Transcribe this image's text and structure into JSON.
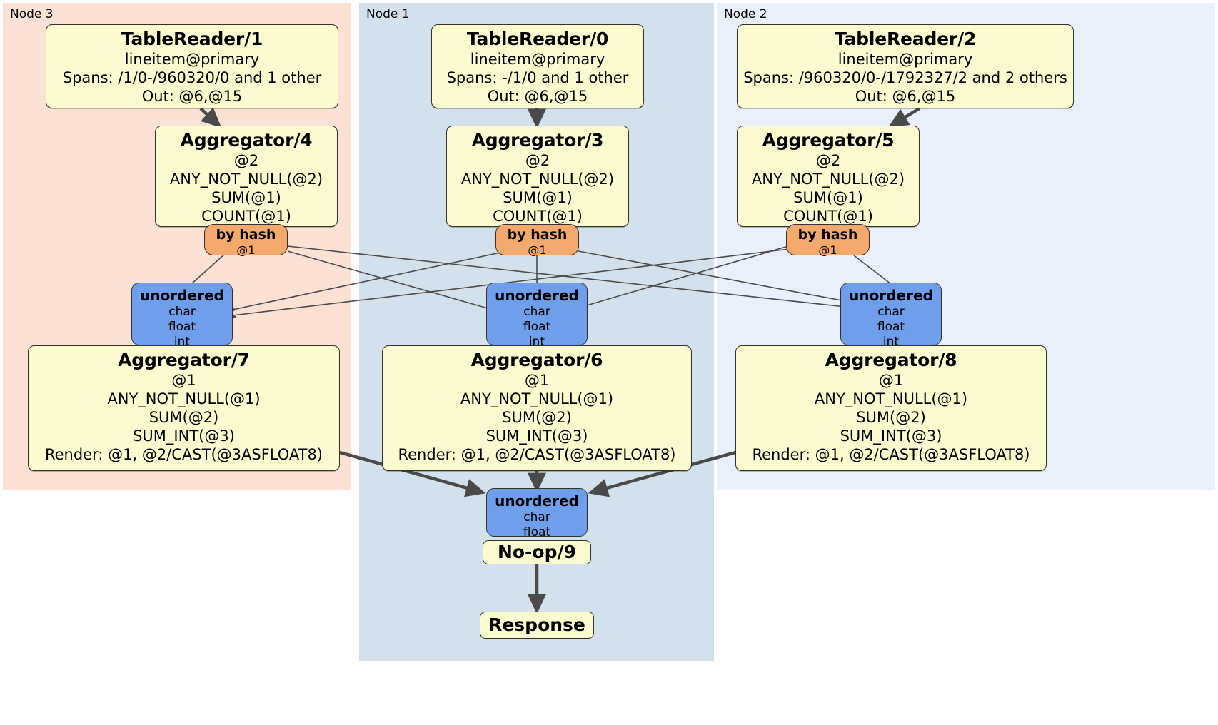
{
  "diagram": {
    "kind": "distributed-query-plan",
    "colors": {
      "node3_panel": "#fce2d5",
      "node1_panel": "#d2e1ec",
      "node2_panel": "#eaf0fb",
      "processor_fill": "#fbfbcf",
      "router_fill": "#f6a96c",
      "sync_fill": "#6f9eec",
      "stroke": "#33312c",
      "edge": "#4a4a4a"
    }
  },
  "panels": [
    {
      "id": "node3",
      "label": "Node 3"
    },
    {
      "id": "node1",
      "label": "Node 1"
    },
    {
      "id": "node2",
      "label": "Node 2"
    }
  ],
  "table_readers": {
    "tr1": {
      "title": "TableReader/1",
      "index": "lineitem@primary",
      "spans": "Spans: /1/0-/960320/0 and 1 other",
      "out": "Out: @6,@15"
    },
    "tr0": {
      "title": "TableReader/0",
      "index": "lineitem@primary",
      "spans": "Spans: -/1/0 and 1 other",
      "out": "Out: @6,@15"
    },
    "tr2": {
      "title": "TableReader/2",
      "index": "lineitem@primary",
      "spans": "Spans: /960320/0-/1792327/2 and 2 others",
      "out": "Out: @6,@15"
    }
  },
  "local_aggregators": {
    "agg4": {
      "title": "Aggregator/4",
      "group": "@2",
      "f1": "ANY_NOT_NULL(@2)",
      "f2": "SUM(@1)",
      "f3": "COUNT(@1)"
    },
    "agg3": {
      "title": "Aggregator/3",
      "group": "@2",
      "f1": "ANY_NOT_NULL(@2)",
      "f2": "SUM(@1)",
      "f3": "COUNT(@1)"
    },
    "agg5": {
      "title": "Aggregator/5",
      "group": "@2",
      "f1": "ANY_NOT_NULL(@2)",
      "f2": "SUM(@1)",
      "f3": "COUNT(@1)"
    }
  },
  "routers": {
    "r4": {
      "title": "by hash",
      "col": "@1"
    },
    "r3": {
      "title": "by hash",
      "col": "@1"
    },
    "r5": {
      "title": "by hash",
      "col": "@1"
    }
  },
  "synchronizers": {
    "s7": {
      "title": "unordered",
      "t1": "char",
      "t2": "float",
      "t3": "int"
    },
    "s6": {
      "title": "unordered",
      "t1": "char",
      "t2": "float",
      "t3": "int"
    },
    "s8": {
      "title": "unordered",
      "t1": "char",
      "t2": "float",
      "t3": "int"
    },
    "final": {
      "title": "unordered",
      "t1": "char",
      "t2": "float"
    }
  },
  "final_aggregators": {
    "agg7": {
      "title": "Aggregator/7",
      "group": "@1",
      "f1": "ANY_NOT_NULL(@1)",
      "f2": "SUM(@2)",
      "f3": "SUM_INT(@3)",
      "render": "Render: @1, @2/CAST(@3ASFLOAT8)"
    },
    "agg6": {
      "title": "Aggregator/6",
      "group": "@1",
      "f1": "ANY_NOT_NULL(@1)",
      "f2": "SUM(@2)",
      "f3": "SUM_INT(@3)",
      "render": "Render: @1, @2/CAST(@3ASFLOAT8)"
    },
    "agg8": {
      "title": "Aggregator/8",
      "group": "@1",
      "f1": "ANY_NOT_NULL(@1)",
      "f2": "SUM(@2)",
      "f3": "SUM_INT(@3)",
      "render": "Render: @1, @2/CAST(@3ASFLOAT8)"
    }
  },
  "terminal": {
    "noop": {
      "title": "No-op/9"
    },
    "response": {
      "title": "Response"
    }
  }
}
